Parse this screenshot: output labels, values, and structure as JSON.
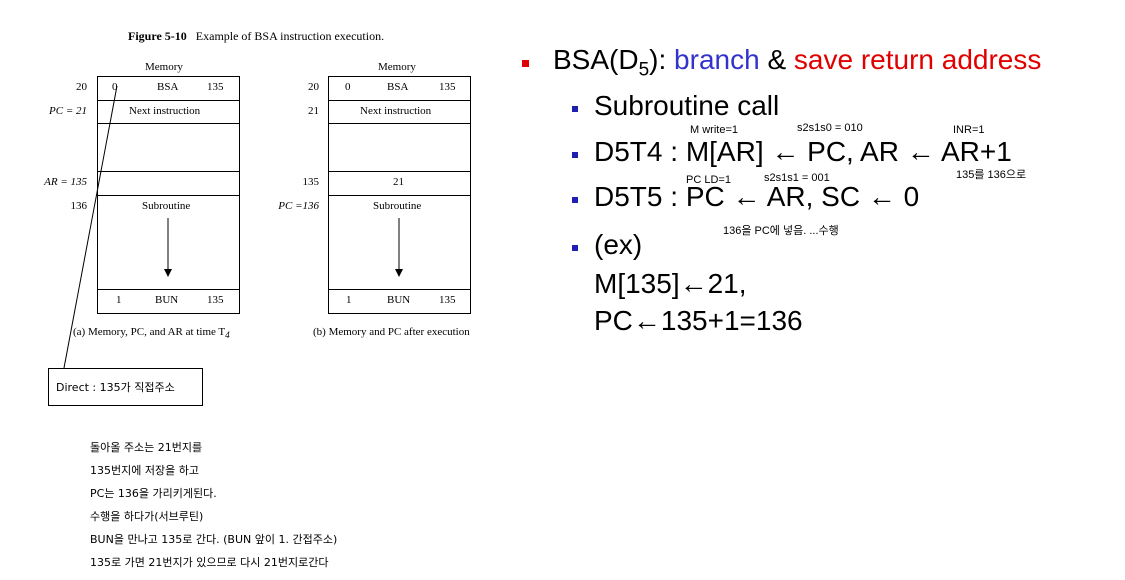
{
  "figure": {
    "number": "Figure 5-10",
    "title": "Example of BSA instruction execution.",
    "left": {
      "header": "Memory",
      "caption": "(a) Memory, PC, and AR at time T",
      "caption_sub": "4",
      "addr_20": "20",
      "addr_pc": "PC = 21",
      "addr_ar": "AR = 135",
      "addr_136": "136",
      "row_bsa": {
        "i": "0",
        "op": "BSA",
        "addr": "135"
      },
      "next": "Next instruction",
      "subroutine": "Subroutine",
      "row_bun": {
        "i": "1",
        "op": "BUN",
        "addr": "135"
      }
    },
    "right": {
      "header": "Memory",
      "caption": "(b) Memory and PC after execution",
      "addr_20": "20",
      "addr_21": "21",
      "addr_135": "135",
      "addr_pc": "PC =136",
      "row_bsa": {
        "i": "0",
        "op": "BSA",
        "addr": "135"
      },
      "next": "Next instruction",
      "stored": "21",
      "subroutine": "Subroutine",
      "row_bun": {
        "i": "1",
        "op": "BUN",
        "addr": "135"
      }
    }
  },
  "note": "Direct : 135가 직접주소",
  "explanation": [
    "돌아올 주소는 21번지를",
    "135번지에 저장을 하고",
    "PC는 136을 가리키게된다.",
    "수행을 하다가(서브루틴)",
    "BUN을 만나고 135로 간다. (BUN 앞이 1. 간접주소)",
    "135로 가면 21번지가 있으므로 다시 21번지로간다"
  ],
  "slide": {
    "title_prefix": "BSA(D",
    "title_sub": "5",
    "title_mid": "): ",
    "title_branch": "branch",
    "title_amp": " & ",
    "title_save": "save return address",
    "item1": "Subroutine call",
    "item2_label": "D5T4 : ",
    "item2_expr": "M[AR] ← PC, AR ← AR+1",
    "item3_label": "D5T5 : ",
    "item3_expr": "PC ←  AR, SC ← 0",
    "item4": "(ex)",
    "ex_line1": "M[135]←21,",
    "ex_line2": "PC←135+1=136",
    "ann_mwrite": "M write=1",
    "ann_s_010": "s2s1s0 = 010",
    "ann_inr": "INR=1",
    "ann_135_136": "135를 136으로",
    "ann_pcld": "PC LD=1",
    "ann_s_001": "s2s1s1 = 001",
    "ann_136_pc": "136을 PC에 넣음. ...수행",
    "colors": {
      "red": "#e00000",
      "blue": "#3333cc",
      "bullet_blue": "#1f1fb0"
    }
  }
}
